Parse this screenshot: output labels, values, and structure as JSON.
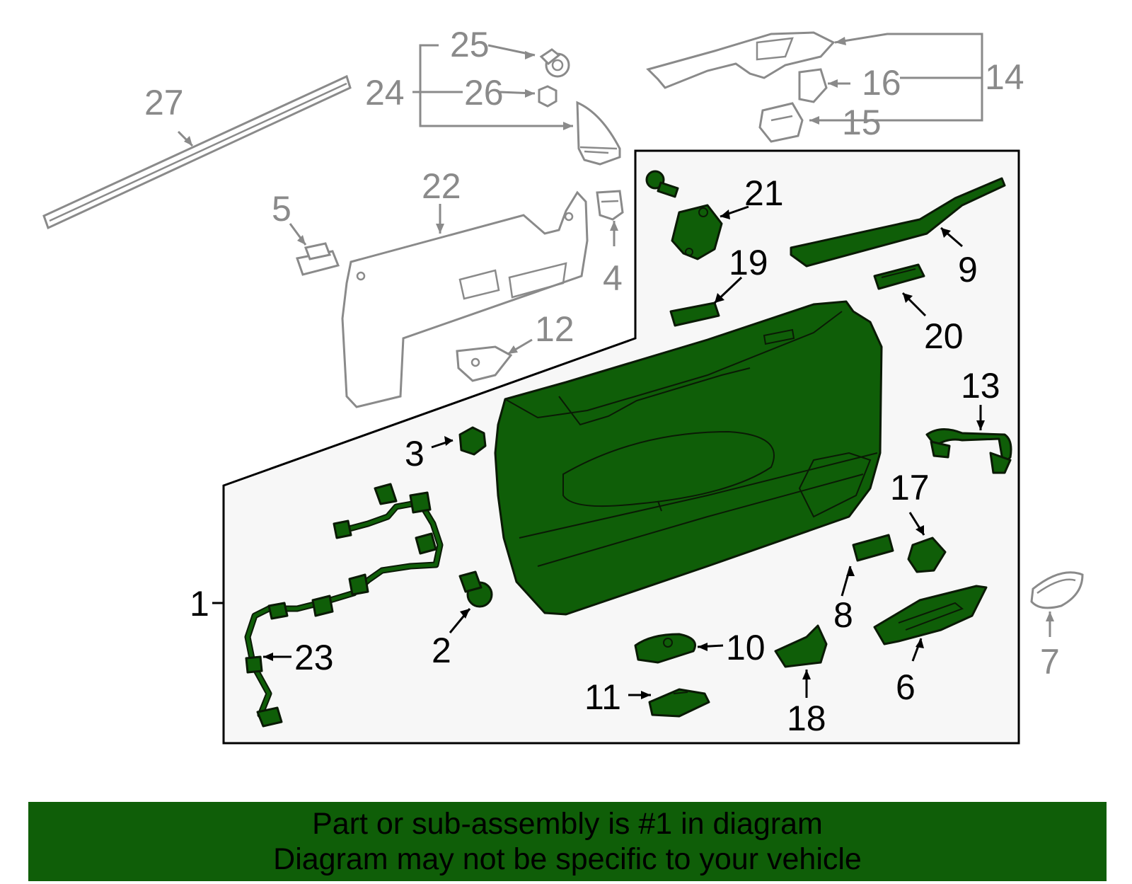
{
  "callouts": {
    "c1": "1",
    "c2": "2",
    "c3": "3",
    "c4": "4",
    "c5": "5",
    "c6": "6",
    "c7": "7",
    "c8": "8",
    "c9": "9",
    "c10": "10",
    "c11": "11",
    "c12": "12",
    "c13": "13",
    "c14": "14",
    "c15": "15",
    "c16": "16",
    "c17": "17",
    "c18": "18",
    "c19": "19",
    "c20": "20",
    "c21": "21",
    "c22": "22",
    "c23": "23",
    "c24": "24",
    "c25": "25",
    "c26": "26",
    "c27": "27"
  },
  "banner": {
    "line1": "Part or sub-assembly is #1 in diagram",
    "line2": "Diagram may not be specific to your vehicle"
  },
  "colors": {
    "highlight": "#0f5e08",
    "grey_parts": "#8a8a8a",
    "panel_bg": "#f7f7f7"
  }
}
